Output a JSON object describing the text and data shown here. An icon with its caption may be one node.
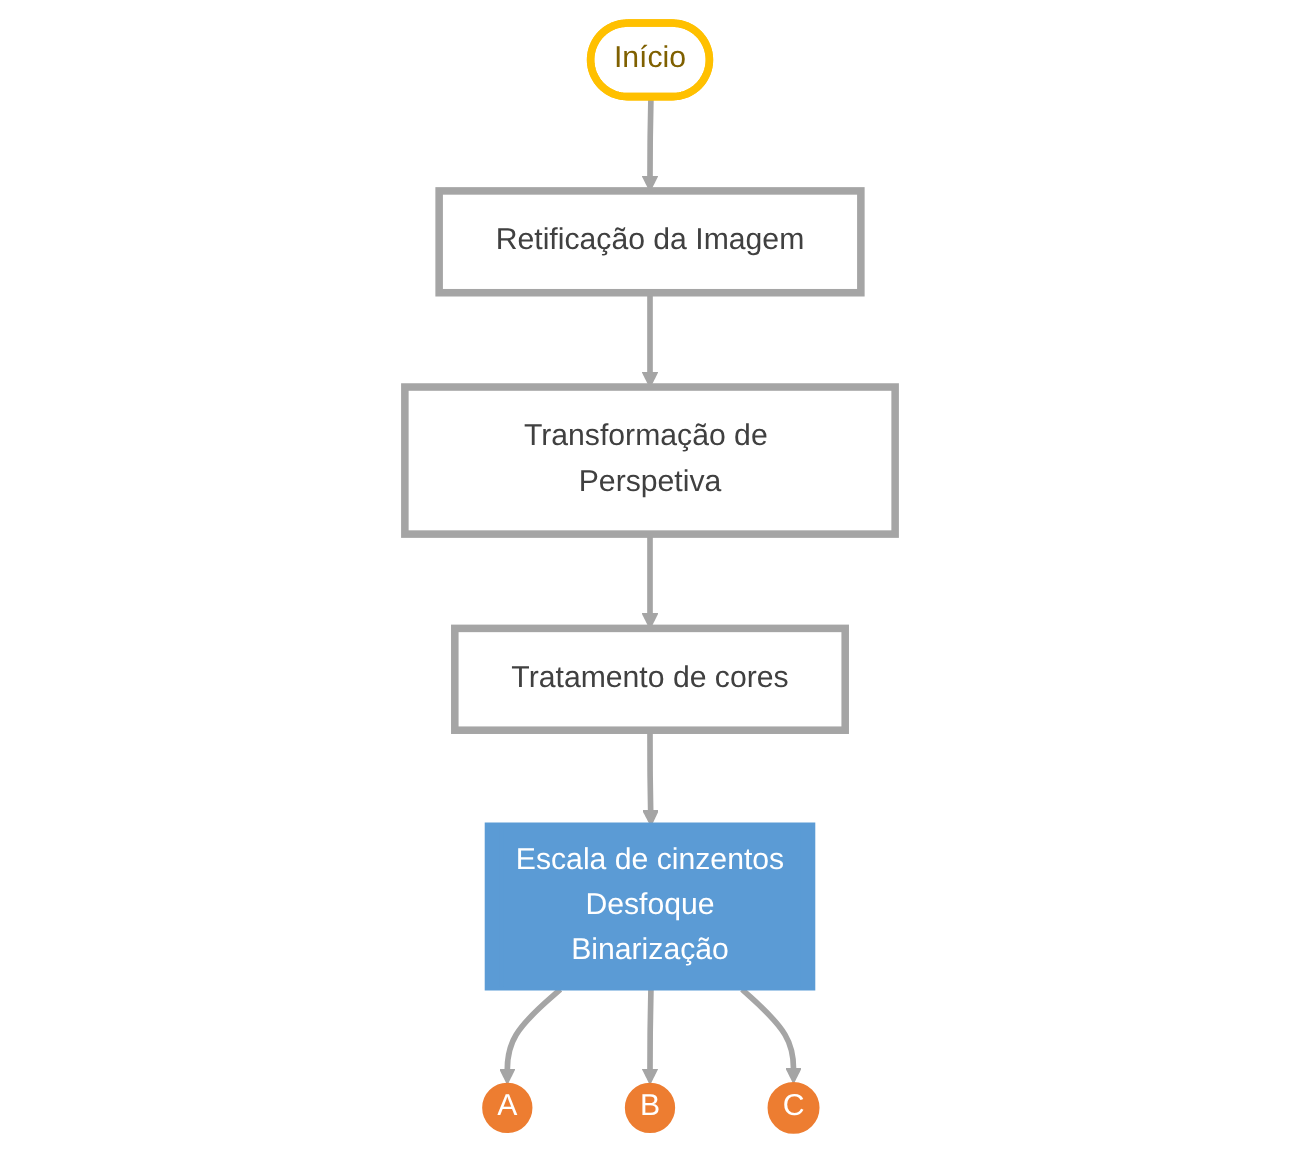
{
  "diagram": {
    "nodes": [
      {
        "text": [
          "Início"
        ]
      },
      {
        "text": [
          "Retificação da Imagem"
        ]
      },
      {
        "text": [
          "Transformação de Perspetiva"
        ]
      },
      {
        "text": [
          "Tratamento de cores"
        ]
      },
      {
        "text": [
          "Escala de cinzentos",
          "Desfoque",
          "Binarização"
        ]
      },
      {
        "text": [
          "A"
        ]
      },
      {
        "text": [
          "B"
        ]
      },
      {
        "text": [
          "C"
        ]
      }
    ],
    "edges": [
      {
        "from": 0,
        "to": 1,
        "arrow": "to"
      },
      {
        "from": 1,
        "to": 2,
        "arrow": "to"
      },
      {
        "from": 2,
        "to": 3,
        "arrow": "to"
      },
      {
        "from": 3,
        "to": 4,
        "arrow": "to"
      },
      {
        "from": 4,
        "to": 5,
        "arrow": "to"
      },
      {
        "from": 4,
        "to": 6,
        "arrow": "to"
      },
      {
        "from": 4,
        "to": 7,
        "arrow": "to"
      }
    ]
  }
}
